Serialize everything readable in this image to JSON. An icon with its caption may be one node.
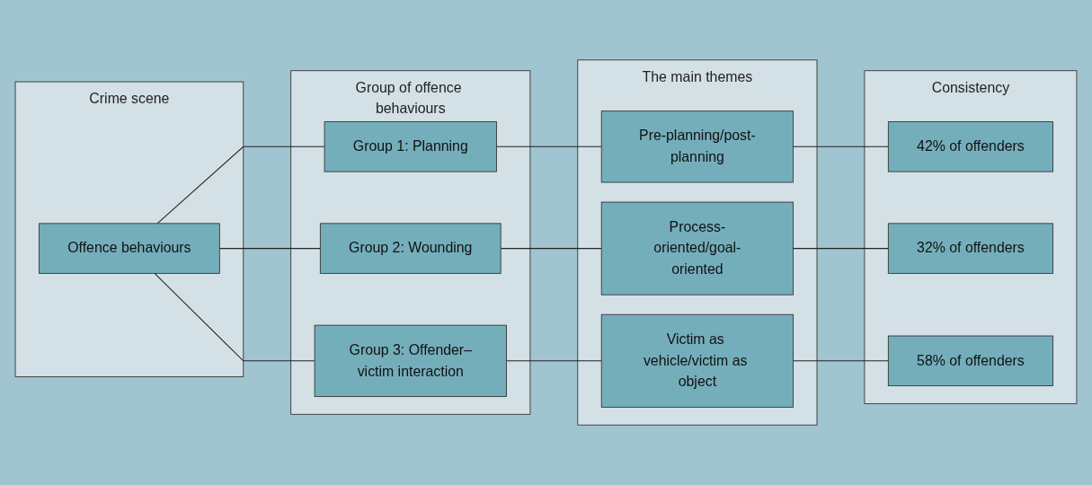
{
  "diagram": {
    "nodes": [
      {
        "text": [
          "Crime scene"
        ]
      },
      {
        "text": [
          "Offence behaviours"
        ],
        "in": 0
      },
      {
        "text": [
          "Group of offence behaviours"
        ]
      },
      {
        "text": [
          "Group 1: Planning"
        ],
        "in": 2
      },
      {
        "text": [
          "Group 2: Wounding"
        ],
        "in": 2
      },
      {
        "text": [
          "Group 3: Offender–victim interaction"
        ],
        "in": 2
      },
      {
        "text": [
          "The main themes"
        ]
      },
      {
        "text": [
          "Pre-planning/post-planning"
        ],
        "in": 6
      },
      {
        "text": [
          "Process-oriented/goal-oriented"
        ],
        "in": 6
      },
      {
        "text": [
          "Victim as vehicle/victim as object"
        ],
        "in": 6
      },
      {
        "text": [
          "Consistency"
        ]
      },
      {
        "text": [
          "42% of offenders"
        ],
        "in": 10
      },
      {
        "text": [
          "32% of offenders"
        ],
        "in": 10
      },
      {
        "text": [
          "58% of offenders"
        ],
        "in": 10
      }
    ],
    "edges": [
      {
        "from": 1,
        "to": 3,
        "arrow": "none"
      },
      {
        "from": 1,
        "to": 4,
        "arrow": "none"
      },
      {
        "from": 1,
        "to": 5,
        "arrow": "none"
      },
      {
        "from": 3,
        "to": 7,
        "arrow": "none"
      },
      {
        "from": 4,
        "to": 8,
        "arrow": "none"
      },
      {
        "from": 5,
        "to": 9,
        "arrow": "none"
      },
      {
        "from": 7,
        "to": 11,
        "arrow": "none"
      },
      {
        "from": 8,
        "to": 12,
        "arrow": "none"
      },
      {
        "from": 9,
        "to": 13,
        "arrow": "none"
      }
    ]
  }
}
